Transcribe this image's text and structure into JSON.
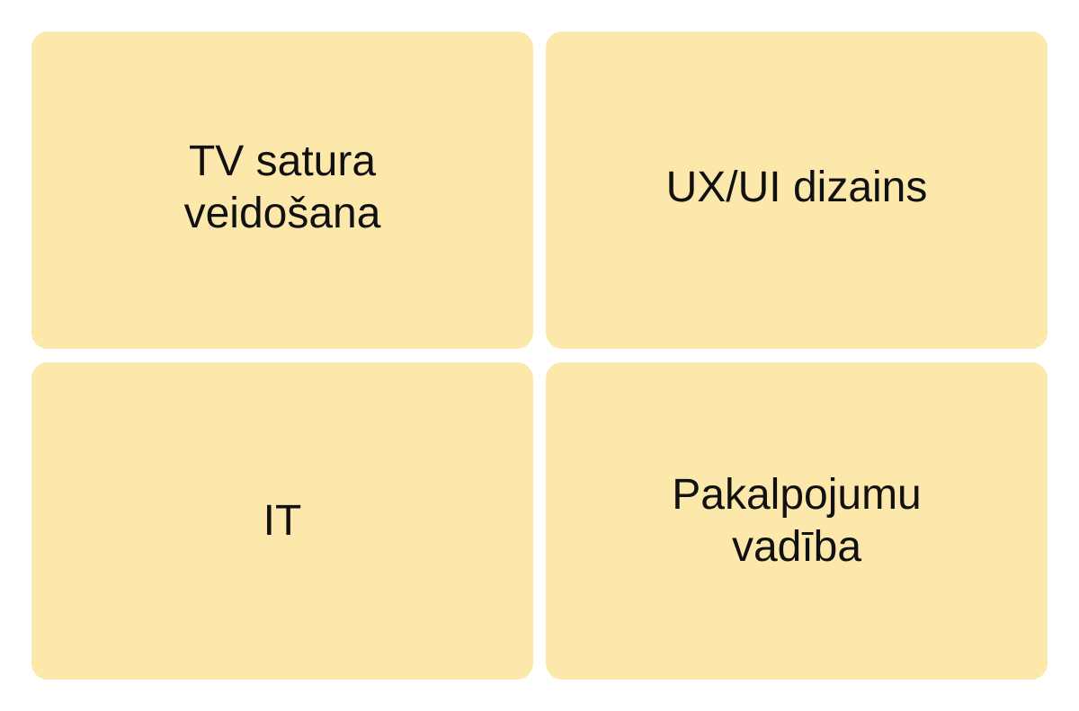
{
  "cards": [
    {
      "label": "TV satura veidošana"
    },
    {
      "label": "UX/UI dizains"
    },
    {
      "label": "IT"
    },
    {
      "label": "Pakalpojumu vadība"
    }
  ],
  "colors": {
    "card_background": "#fde8ac",
    "text": "#111111",
    "page_background": "#ffffff"
  }
}
